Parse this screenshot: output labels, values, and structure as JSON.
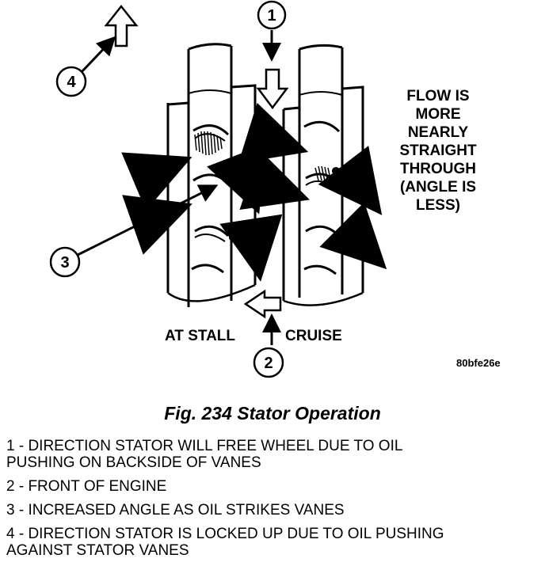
{
  "callouts": [
    "1",
    "2",
    "3",
    "4"
  ],
  "flow_note": [
    "FLOW IS",
    "MORE",
    "NEARLY",
    "STRAIGHT",
    "THROUGH",
    "(ANGLE IS",
    "LESS)"
  ],
  "labels": {
    "stall": "AT STALL",
    "cruise": "CRUISE",
    "code": "80bfe26e"
  },
  "caption": "Fig. 234 Stator Operation",
  "legend": [
    {
      "text": "1 - DIRECTION STATOR WILL FREE WHEEL DUE TO OIL",
      "text2": "PUSHING ON BACKSIDE OF VANES"
    },
    {
      "text": "2 - FRONT OF ENGINE",
      "text2": ""
    },
    {
      "text": "3 - INCREASED ANGLE AS OIL STRIKES VANES",
      "text2": ""
    },
    {
      "text": "4 - DIRECTION STATOR IS LOCKED UP DUE TO OIL PUSHING",
      "text2": "AGAINST STATOR VANES"
    }
  ]
}
